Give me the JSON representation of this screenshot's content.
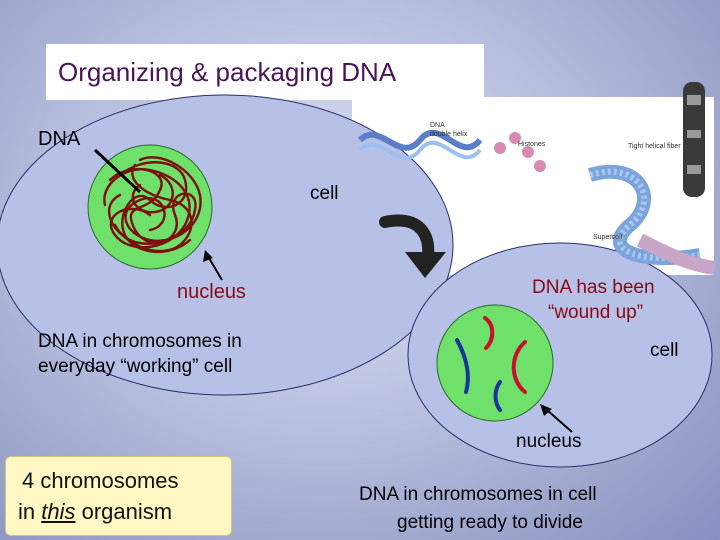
{
  "title": "Organizing & packaging DNA",
  "left_cell": {
    "dna_label": "DNA",
    "cell_label": "cell",
    "nucleus_label": "nucleus",
    "caption_line1": "DNA in chromosomes in",
    "caption_line2": "everyday “working” cell"
  },
  "right_cell": {
    "status_line1": "DNA has been",
    "status_line2": "“wound up”",
    "cell_label": "cell",
    "nucleus_label": "nucleus",
    "caption_line1": "DNA in chromosomes in cell",
    "caption_line2": "getting ready to divide"
  },
  "chromosome_box": {
    "line1": "4 chromosomes",
    "line2_prefix": "in ",
    "line2_emph": "this",
    "line2_suffix": " organism"
  },
  "reference_figure": {
    "dna_label": "DNA",
    "double_helix_label": "double helix",
    "histones_label": "Histones",
    "fiber_label": "Tight helical fiber",
    "supercoil_label": "Supercoil"
  },
  "colors": {
    "title": "#4a1458",
    "cell_fill": "#b7c0e6",
    "nucleus_fill": "#6fe06a",
    "dna_tangle": "#7a1010",
    "chromosome_red": "#c8102e",
    "chromosome_blue": "#1a3599",
    "box_fill": "#fff8c4"
  }
}
